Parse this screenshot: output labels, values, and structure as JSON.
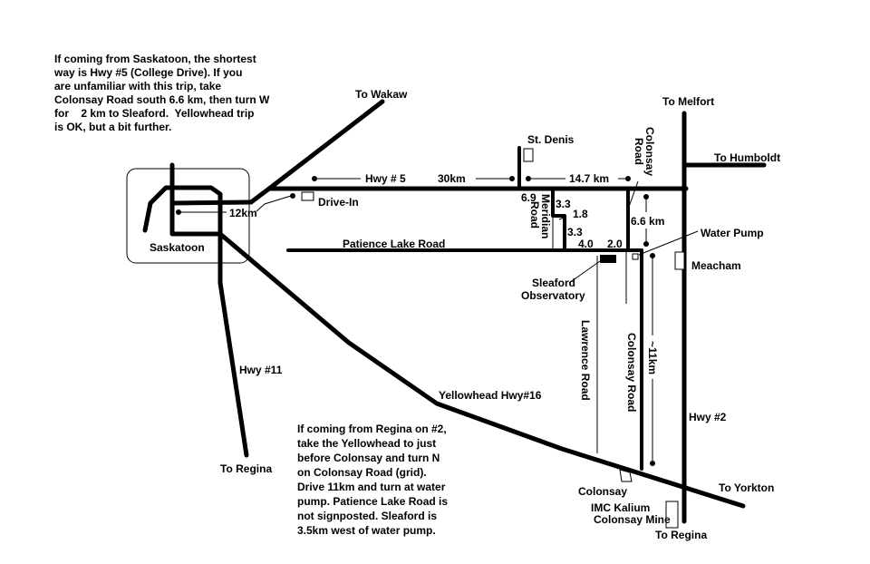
{
  "notes": {
    "saskatoon": [
      "If coming from Saskatoon, the shortest",
      "way is Hwy #5 (College Drive).  If you",
      "are unfamiliar with this trip, take",
      "Colonsay Road south 6.6 km, then turn W",
      "for    2 km to Sleaford.  Yellowhead trip",
      "is OK, but a bit further."
    ],
    "regina": [
      "If coming from Regina on #2,",
      "take the Yellowhead to just",
      "before Colonsay and turn N",
      "on Colonsay Road (grid).",
      "Drive 11km and turn at water",
      "pump.  Patience Lake Road is",
      "not signposted.  Sleaford is",
      "3.5km west of water pump."
    ]
  },
  "places": {
    "saskatoon": "Saskatoon",
    "drive_in": "Drive-In",
    "st_denis": "St. Denis",
    "observatory_line1": "Sleaford",
    "observatory_line2": "Observatory",
    "water_pump": "Water Pump",
    "meacham": "Meacham",
    "colonsay": "Colonsay",
    "mine_line1": "IMC Kalium",
    "mine_line2": "Colonsay Mine"
  },
  "destinations": {
    "wakaw": "To Wakaw",
    "melfort": "To Melfort",
    "humboldt": "To Humboldt",
    "regina_west": "To Regina",
    "regina_east": "To Regina",
    "yorkton": "To Yorkton"
  },
  "roads": {
    "hwy5": "Hwy # 5",
    "hwy11": "Hwy #11",
    "hwy2": "Hwy #2",
    "yellowhead": "Yellowhead Hwy#16",
    "patience_lake": "Patience Lake Road",
    "meridian_line1": "Meridian",
    "meridian_line2": "Road",
    "colonsay_north_line1": "Colonsay",
    "colonsay_north_line2": "Road",
    "colonsay_south": "Colonsay Road",
    "lawrence": "Lawrence Road"
  },
  "distances": {
    "saskatoon_drive_in": "12km",
    "hwy5_to_st_denis": "30km",
    "st_denis_to_colonsay_road": "14.7 km",
    "meridian_north": "6.9",
    "jog_north": "3.3",
    "jog": "1.8",
    "jog_south": "3.3",
    "patience_west": "4.0",
    "patience_east": "2.0",
    "colonsay_road_north": "6.6 km",
    "colonsay_road_south": "~11km"
  }
}
